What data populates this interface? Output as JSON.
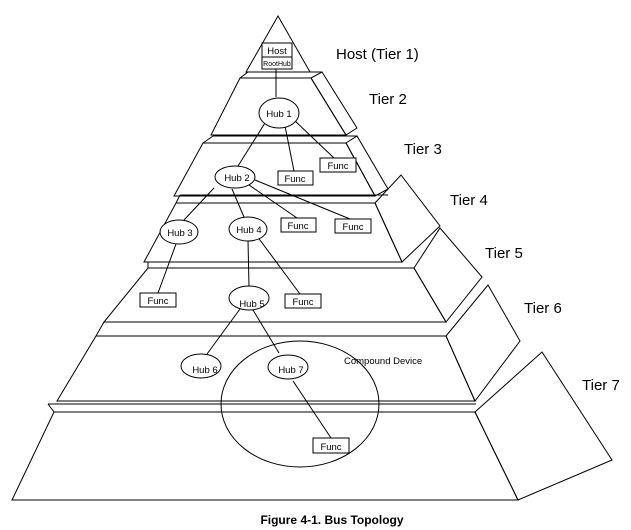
{
  "diagram": {
    "tiers": [
      "Host (Tier 1)",
      "Tier 2",
      "Tier 3",
      "Tier 4",
      "Tier 5",
      "Tier 6",
      "Tier 7"
    ],
    "host": {
      "label": "Host",
      "root_hub": "RootHub"
    },
    "hubs": {
      "hub1": "Hub 1",
      "hub2": "Hub 2",
      "hub3": "Hub 3",
      "hub4": "Hub 4",
      "hub5": "Hub 5",
      "hub6": "Hub 6",
      "hub7": "Hub 7"
    },
    "function_label": "Func",
    "compound_device": "Compound Device",
    "caption": "Figure 4-1.  Bus Topology"
  }
}
